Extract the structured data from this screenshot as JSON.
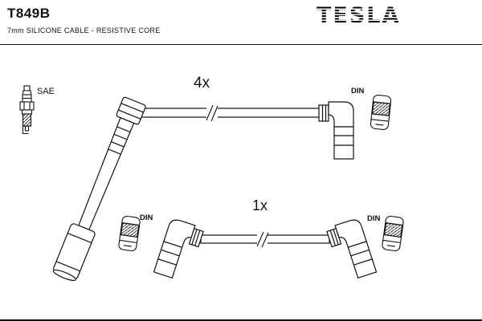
{
  "header": {
    "part_number": "T849B",
    "description": "7mm SILICONE CABLE - RESISTIVE CORE",
    "brand": "TESLA"
  },
  "labels": {
    "sae": "SAE",
    "main_qty": "4x",
    "main_din": "DIN",
    "single_qty": "1x",
    "single_din_left": "DIN",
    "single_din_right": "DIN"
  },
  "colors": {
    "ink": "#111111",
    "background": "#ffffff"
  }
}
